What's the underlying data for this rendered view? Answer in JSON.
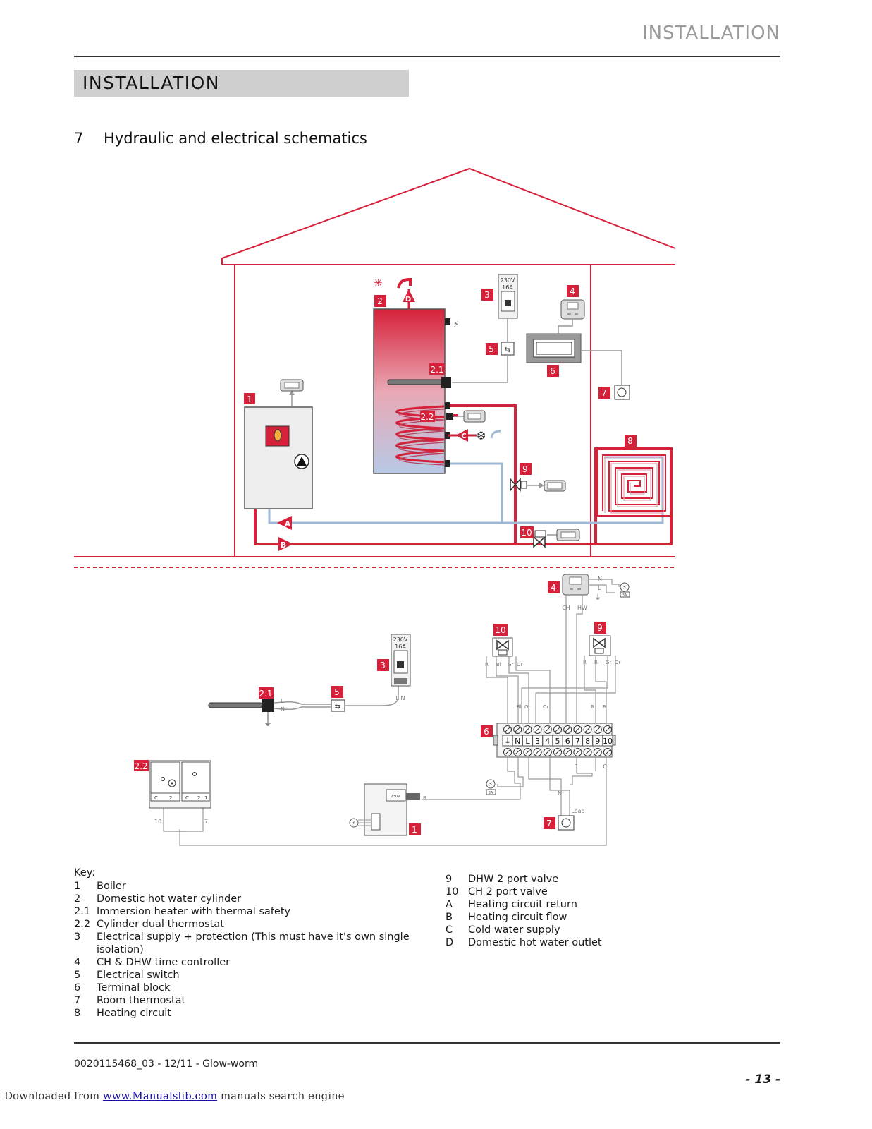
{
  "header": {
    "section": "INSTALLATION"
  },
  "section_band": "INSTALLATION",
  "subheading": {
    "number": "7",
    "title": "Hydraulic and electrical schematics"
  },
  "diagram": {
    "callouts": {
      "c1": "1",
      "c2": "2",
      "c21": "2.1",
      "c22": "2.2",
      "c3": "3",
      "c4": "4",
      "c5": "5",
      "c6": "6",
      "c7": "7",
      "c8": "8",
      "c9": "9",
      "c10": "10",
      "e1": "1",
      "e21": "2.1",
      "e22": "2.2",
      "e3": "3",
      "e4": "4",
      "e5": "5",
      "e6": "6",
      "e7": "7",
      "e9": "9",
      "e10": "10"
    },
    "flow_letters": {
      "A": "A",
      "B": "B",
      "C": "C",
      "D": "D"
    },
    "supply": {
      "voltage": "230V",
      "rating": "16A",
      "ln": "L N"
    },
    "terminals": [
      "⏚",
      "N",
      "L",
      "3",
      "4",
      "5",
      "6",
      "7",
      "8",
      "9",
      "10"
    ],
    "wire_labels": {
      "ch": "CH",
      "hw": "HW",
      "n": "N",
      "l": "L",
      "fuse": "3A",
      "fuse2": "3A",
      "r": "R",
      "bl": "Bl",
      "gr": "Gr",
      "or": "Or",
      "load": "Load",
      "boiler_v": "230V",
      "t10": "10",
      "t7": "7",
      "one": "1",
      "c": "C",
      "th2": "2",
      "th1": "1"
    }
  },
  "key": {
    "title": "Key:",
    "left": [
      {
        "k": "1",
        "v": "Boiler"
      },
      {
        "k": "2",
        "v": "Domestic hot water cylinder"
      },
      {
        "k": "2.1",
        "v": "Immersion heater with thermal safety"
      },
      {
        "k": "2.2",
        "v": "Cylinder dual thermostat"
      },
      {
        "k": "3",
        "v": "Electrical supply + protection (This must have it's own single"
      },
      {
        "k": "",
        "v": "isolation)"
      },
      {
        "k": "4",
        "v": "CH & DHW time controller"
      },
      {
        "k": "5",
        "v": "Electrical switch"
      },
      {
        "k": "6",
        "v": "Terminal block"
      },
      {
        "k": "7",
        "v": "Room thermostat"
      },
      {
        "k": "8",
        "v": "Heating circuit"
      }
    ],
    "right": [
      {
        "k": "9",
        "v": "DHW 2 port valve"
      },
      {
        "k": "10",
        "v": "CH 2 port valve"
      },
      {
        "k": "A",
        "v": "Heating circuit return"
      },
      {
        "k": "B",
        "v": "Heating circuit flow"
      },
      {
        "k": "C",
        "v": "Cold water supply"
      },
      {
        "k": "D",
        "v": "Domestic hot water outlet"
      }
    ]
  },
  "footer": {
    "ref": "0020115468_03 - 12/11 - Glow-worm",
    "page": "- 13 -",
    "download_prefix": "Downloaded from ",
    "download_link": "www.Manualslib.com",
    "download_suffix": " manuals search engine"
  },
  "colors": {
    "red": "#d6213a",
    "blue": "#9fb8d6",
    "grey": "#999999",
    "band": "#cfcfcf"
  }
}
